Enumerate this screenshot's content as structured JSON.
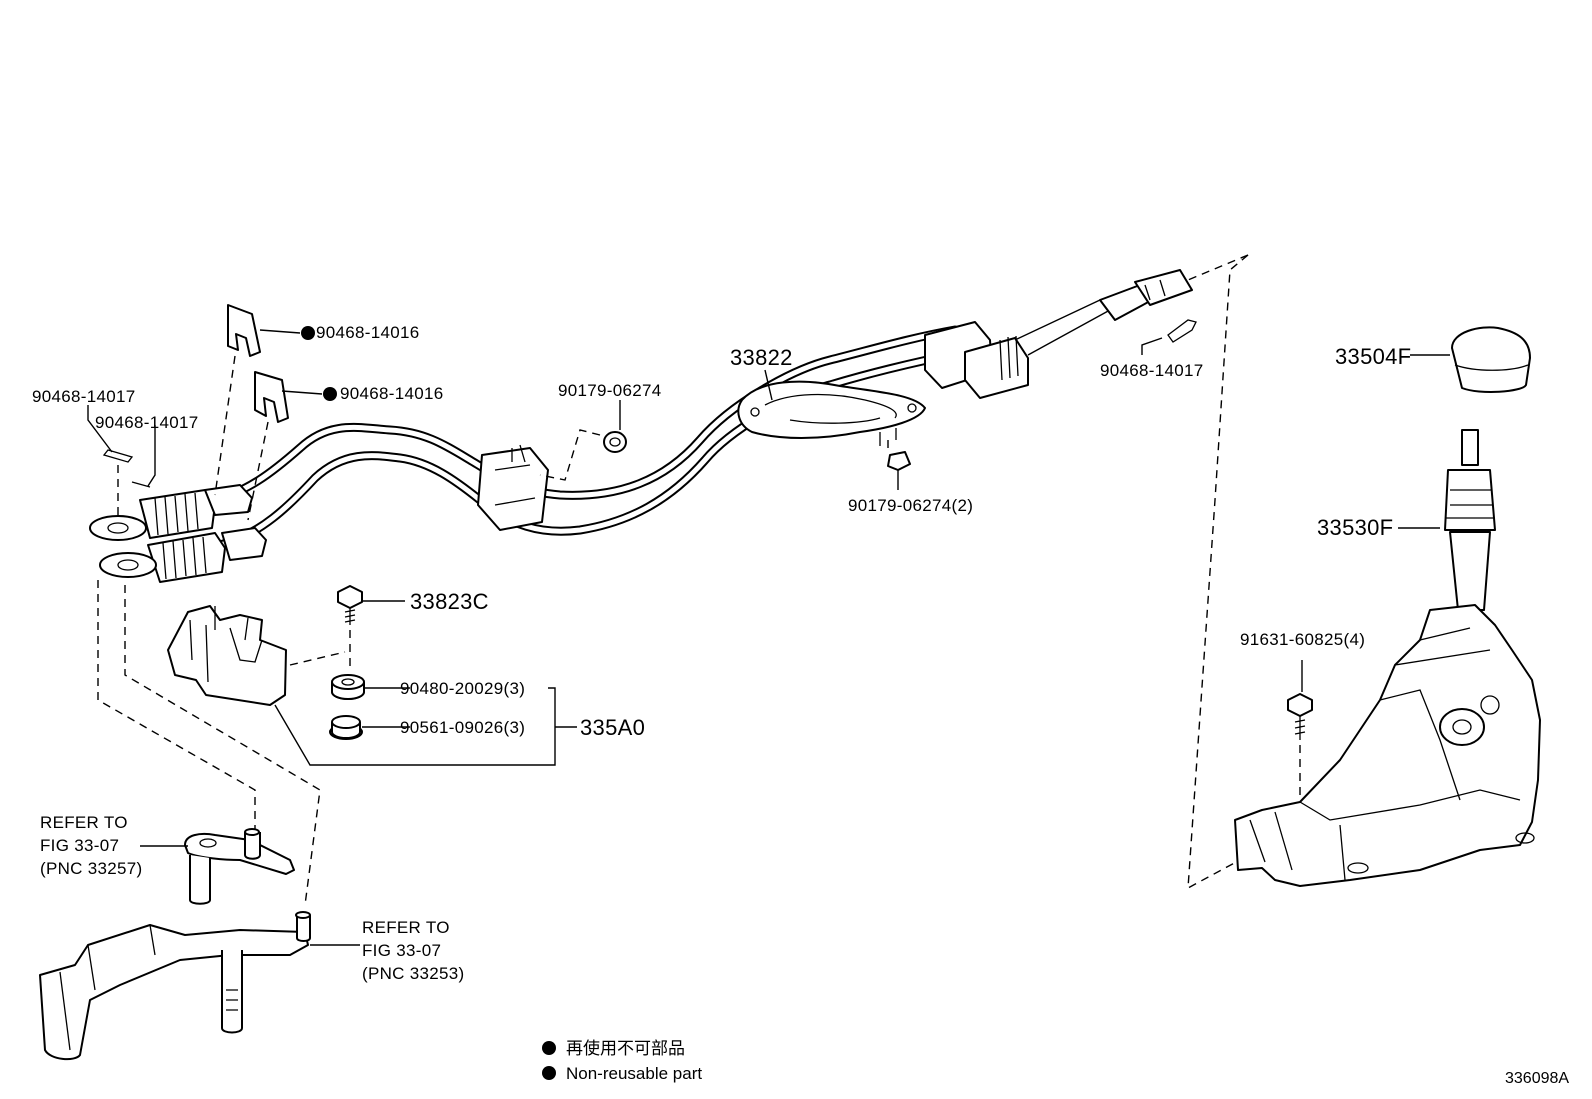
{
  "parts": {
    "p_33822": "33822",
    "p_33504F": "33504F",
    "p_33530F": "33530F",
    "p_33823C": "33823C",
    "p_335A0": "335A0",
    "p_90468_14016_a": "90468-14016",
    "p_90468_14016_b": "90468-14016",
    "p_90468_14017_a": "90468-14017",
    "p_90468_14017_b": "90468-14017",
    "p_90468_14017_c": "90468-14017",
    "p_90179_06274": "90179-06274",
    "p_90179_06274_2": "90179-06274(2)",
    "p_91631_60825_4": "91631-60825(4)",
    "p_90480_20029_3": "90480-20029(3)",
    "p_90561_09026_3": "90561-09026(3)"
  },
  "refs": {
    "ref1": [
      "REFER TO",
      "FIG 33-07",
      "(PNC 33257)"
    ],
    "ref2": [
      "REFER TO",
      "FIG 33-07",
      "(PNC 33253)"
    ]
  },
  "legend": {
    "jp": "再使用不可部品",
    "en": "Non-reusable part"
  },
  "figure_id": "336098A"
}
